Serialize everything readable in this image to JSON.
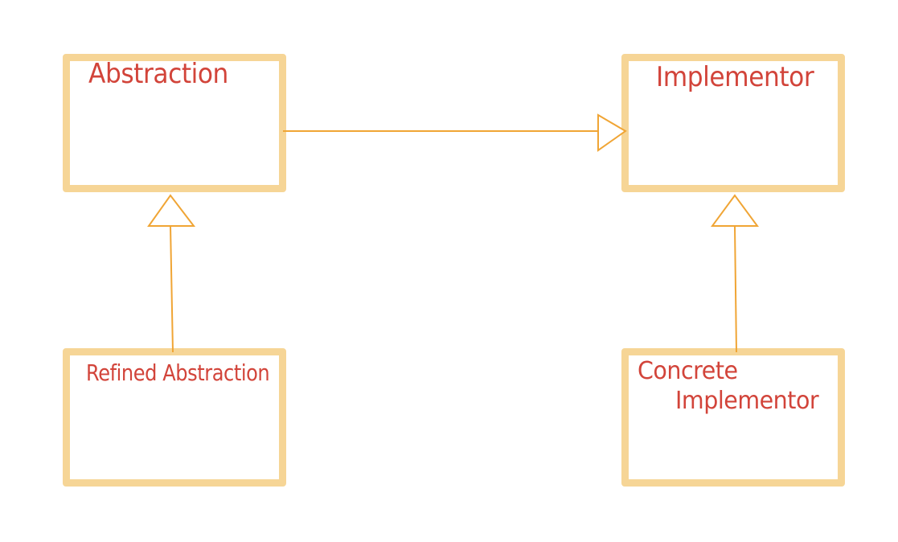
{
  "diagram": {
    "nodes": {
      "abstraction": {
        "label": "Abstraction"
      },
      "implementor": {
        "label": "Implementor"
      },
      "refined_abstraction": {
        "label": "Refined Abstraction"
      },
      "concrete_implementor": {
        "label_line1": "Concrete",
        "label_line2": "Implementor"
      }
    },
    "edges": [
      {
        "from": "abstraction",
        "to": "implementor",
        "arrowhead": "hollow-triangle"
      },
      {
        "from": "refined_abstraction",
        "to": "abstraction",
        "arrowhead": "hollow-triangle"
      },
      {
        "from": "concrete_implementor",
        "to": "implementor",
        "arrowhead": "hollow-triangle"
      }
    ],
    "colors": {
      "box_border": "#f6d596",
      "connector": "#f0a535",
      "label_text": "#d2443a"
    }
  }
}
